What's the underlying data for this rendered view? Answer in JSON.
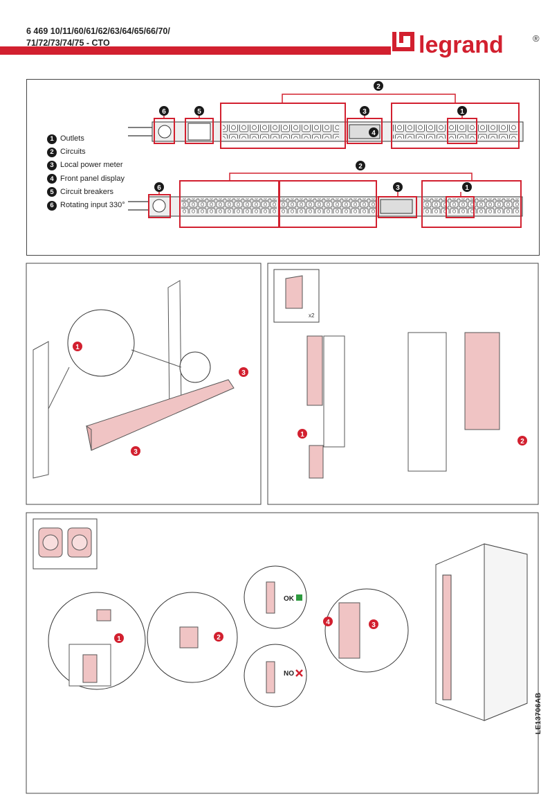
{
  "header": {
    "ref_line1": "6 469 10/11/60/61/62/63/64/65/66/70/",
    "ref_line2": "71/72/73/74/75 - CTO",
    "brand": "legrand",
    "registered": "®"
  },
  "legend": {
    "items": [
      {
        "num": "1",
        "label": "Outlets"
      },
      {
        "num": "2",
        "label": "Circuits"
      },
      {
        "num": "3",
        "label": "Local power meter"
      },
      {
        "num": "4",
        "label": "Front panel display"
      },
      {
        "num": "5",
        "label": "Circuit breakers"
      },
      {
        "num": "6",
        "label": "Rotating input 330°"
      }
    ]
  },
  "callouts": {
    "one": "1",
    "two": "2",
    "three": "3",
    "four": "4",
    "five": "5",
    "six": "6"
  },
  "quantity_label": "x2",
  "status": {
    "ok": "OK",
    "no": "NO"
  },
  "doc_code": "LE13706AB",
  "colors": {
    "brand_red": "#d2202f",
    "highlight_pink": "#f0c4c4",
    "line": "#444444"
  }
}
